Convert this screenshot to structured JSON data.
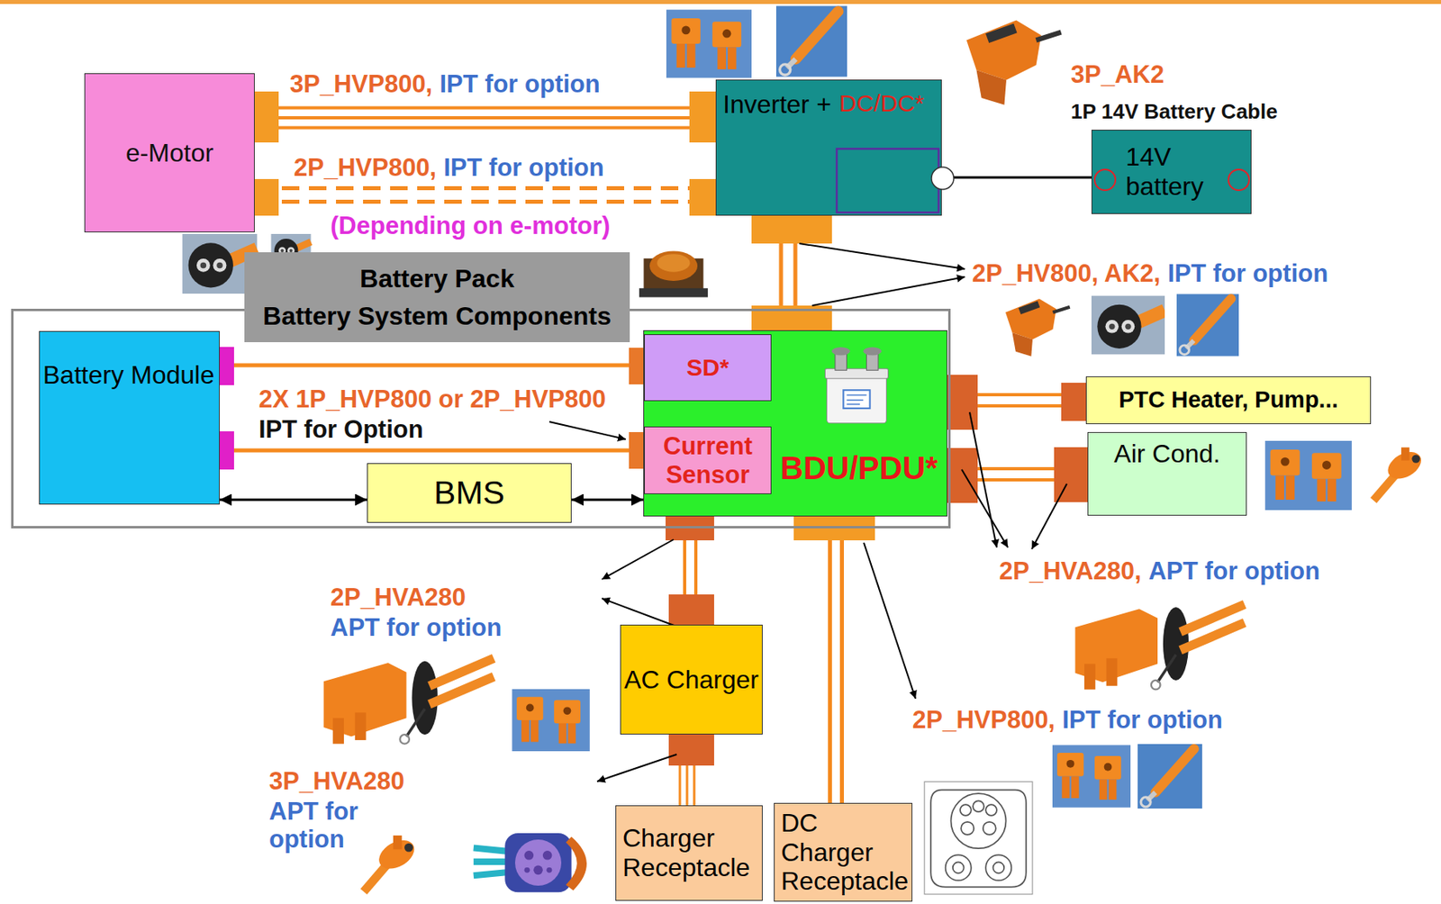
{
  "diagram": {
    "nodes": [
      {
        "text": [
          "e-Motor"
        ]
      },
      {
        "text": [
          "Inverter +",
          "DC/DC*"
        ]
      },
      {
        "text": [
          "14V battery"
        ]
      },
      {
        "text": [
          "Battery Pack",
          "Battery System Components"
        ]
      },
      {
        "text": [
          "Battery Module"
        ],
        "in": 3
      },
      {
        "text": [
          "BMS"
        ],
        "in": 3
      },
      {
        "text": [
          "BDU/PDU*"
        ],
        "in": 3
      },
      {
        "text": [
          "SD*"
        ],
        "in": 6
      },
      {
        "text": [
          "Current Sensor"
        ],
        "in": 6
      },
      {
        "text": [
          "PTC Heater, Pump..."
        ]
      },
      {
        "text": [
          "Air Cond."
        ]
      },
      {
        "text": [
          "AC Charger"
        ]
      },
      {
        "text": [
          "Charger Receptacle"
        ]
      },
      {
        "text": [
          "DC Charger Receptacle"
        ]
      }
    ],
    "edges": [
      {
        "from": 0,
        "to": 1,
        "arrow": "none"
      },
      {
        "from": 0,
        "to": 1,
        "arrow": "none"
      },
      {
        "from": 1,
        "to": 2,
        "arrow": "none"
      },
      {
        "from": 1,
        "to": 6,
        "arrow": "none"
      },
      {
        "from": 4,
        "to": 7,
        "arrow": "none"
      },
      {
        "from": 4,
        "to": 8,
        "arrow": "none"
      },
      {
        "from": 4,
        "to": 5,
        "arrow": "both"
      },
      {
        "from": 5,
        "to": 6,
        "arrow": "both"
      },
      {
        "from": 6,
        "to": 9,
        "arrow": "none"
      },
      {
        "from": 6,
        "to": 10,
        "arrow": "none"
      },
      {
        "from": 6,
        "to": 11,
        "arrow": "none"
      },
      {
        "from": 11,
        "to": 12,
        "arrow": "none"
      },
      {
        "from": 6,
        "to": 13,
        "arrow": "none"
      }
    ],
    "labels": [
      "3P_HVP800,",
      "IPT for option",
      "2P_HVP800,",
      "IPT for option",
      "(Depending on e-motor)",
      "3P_AK2",
      "1P 14V Battery Cable",
      "2P_HV800, AK2,",
      "IPT for option",
      "2X 1P_HVP800 or 2P_HVP800",
      "IPT for Option",
      "2P_HVA280,",
      "APT for option",
      "2P_HVA280",
      "APT for option",
      "2P_HVP800,",
      "IPT for option",
      "3P_HVA280",
      "APT for option"
    ]
  }
}
